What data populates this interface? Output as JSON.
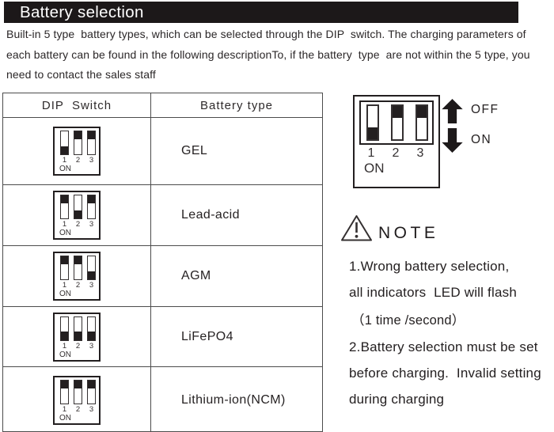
{
  "colors": {
    "ink": "#231f20",
    "table_line": "#4c4c4c",
    "text": "#2b2728",
    "title_bg": "#1c1819",
    "title_fg": "#ffffff"
  },
  "header": {
    "title": "Battery selection"
  },
  "intro": {
    "lines": [
      "Built-in 5 type  battery types, which can be selected through the DIP  switch. The charging parameters of",
      "each battery can be found in the following descriptionTo, if the battery  type  are not within the 5 type, you",
      "need to contact the sales staff"
    ]
  },
  "table": {
    "columns": [
      "DIP  Switch",
      "Battery type"
    ],
    "rows": [
      {
        "battery": "GEL",
        "switches": [
          "on",
          "off",
          "off"
        ]
      },
      {
        "battery": "Lead-acid",
        "switches": [
          "off",
          "on",
          "off"
        ]
      },
      {
        "battery": "AGM",
        "switches": [
          "off",
          "off",
          "on"
        ]
      },
      {
        "battery": "LiFePO4",
        "switches": [
          "on",
          "on",
          "on"
        ]
      },
      {
        "battery": "Lithium-ion(NCM)",
        "switches": [
          "off",
          "off",
          "off"
        ]
      }
    ]
  },
  "dip": {
    "positions": [
      "1",
      "2",
      "3"
    ],
    "on_label": "ON"
  },
  "legend": {
    "switches": [
      "on",
      "off",
      "off"
    ],
    "off_label": "OFF",
    "on_label": "ON"
  },
  "note": {
    "heading": "NOTE",
    "lines": [
      "1.Wrong battery selection,",
      "all indicators  LED will flash",
      "（1 time /second）",
      "2.Battery selection must be set",
      "before charging.  Invalid setting",
      "during charging"
    ]
  }
}
